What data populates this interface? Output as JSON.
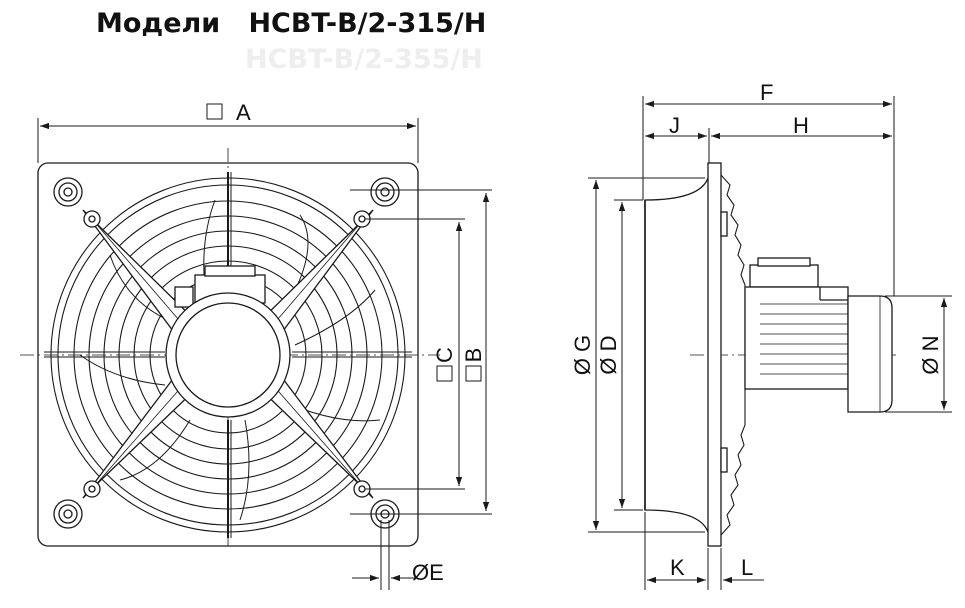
{
  "title": {
    "prefix": "Модели",
    "model_1": "HCBT-B/2-315/H",
    "model_2": "HCBT-B/2-355/H"
  },
  "front_view": {
    "dim_a": "A",
    "dim_b": "B",
    "dim_c": "C",
    "dim_e": "ØE"
  },
  "side_view": {
    "dim_f": "F",
    "dim_j": "J",
    "dim_h": "H",
    "dim_g": "Ø G",
    "dim_d": "Ø D",
    "dim_n": "Ø N",
    "dim_k": "K",
    "dim_l": "L"
  },
  "colors": {
    "line": "#1a1a1a",
    "title": "#111111",
    "title_ghost": "#eeeeee"
  }
}
